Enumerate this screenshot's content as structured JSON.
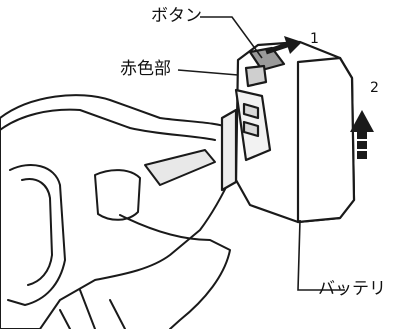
{
  "labels": {
    "button": "ボタン",
    "red_part": "赤色部",
    "battery": "バッテリ"
  },
  "steps": {
    "step1": "1",
    "step2": "2"
  }
}
